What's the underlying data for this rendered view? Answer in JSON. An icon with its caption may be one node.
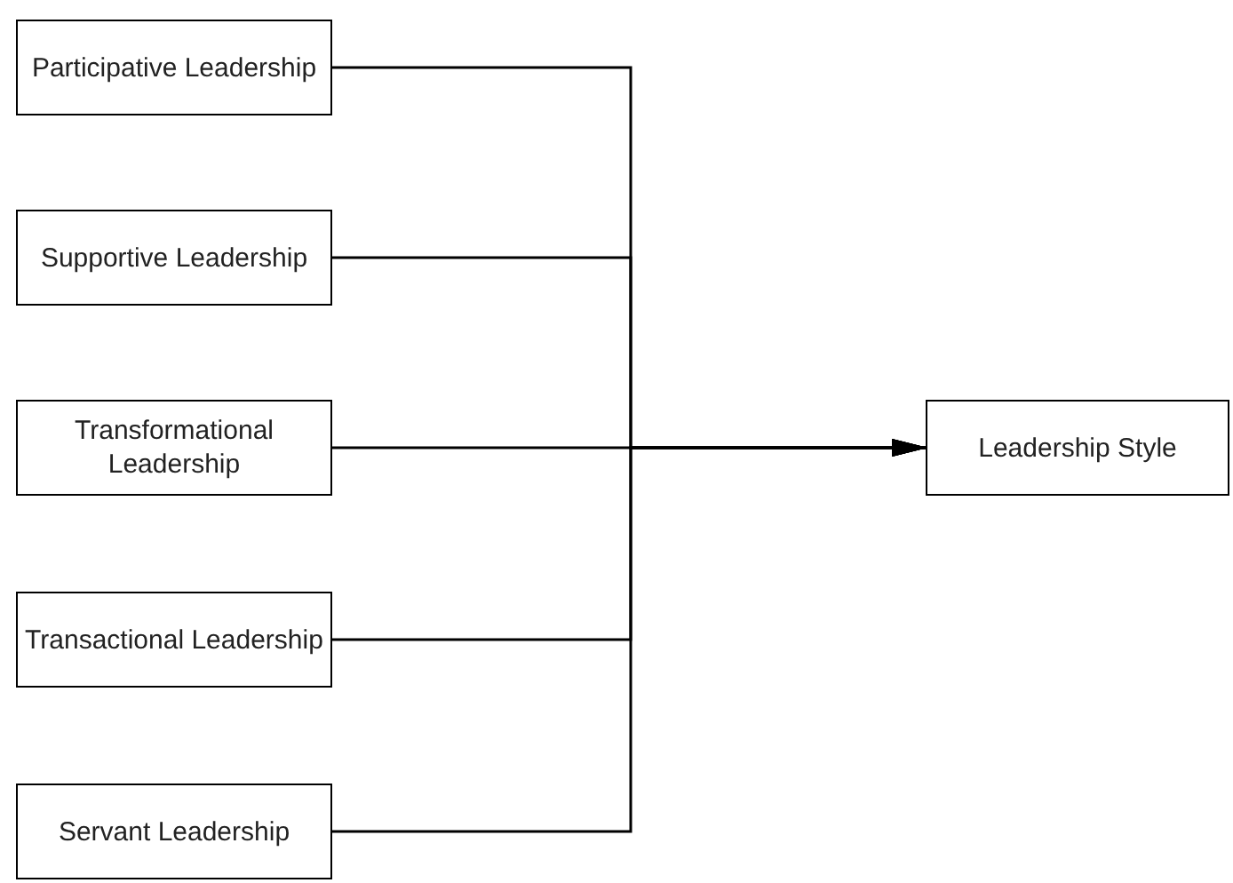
{
  "diagram": {
    "nodes": [
      {
        "text": [
          "Participative Leadership"
        ]
      },
      {
        "text": [
          "Supportive Leadership"
        ]
      },
      {
        "text": [
          "Transformational Leadership"
        ]
      },
      {
        "text": [
          "Transactional Leadership"
        ]
      },
      {
        "text": [
          "Servant Leadership"
        ]
      },
      {
        "text": [
          "Leadership Style"
        ]
      }
    ],
    "edges": [
      {
        "from": 0,
        "to": 5,
        "arrow": "to"
      },
      {
        "from": 1,
        "to": 5,
        "arrow": "to"
      },
      {
        "from": 2,
        "to": 5,
        "arrow": "to"
      },
      {
        "from": 3,
        "to": 5,
        "arrow": "to"
      },
      {
        "from": 4,
        "to": 5,
        "arrow": "to"
      }
    ]
  }
}
